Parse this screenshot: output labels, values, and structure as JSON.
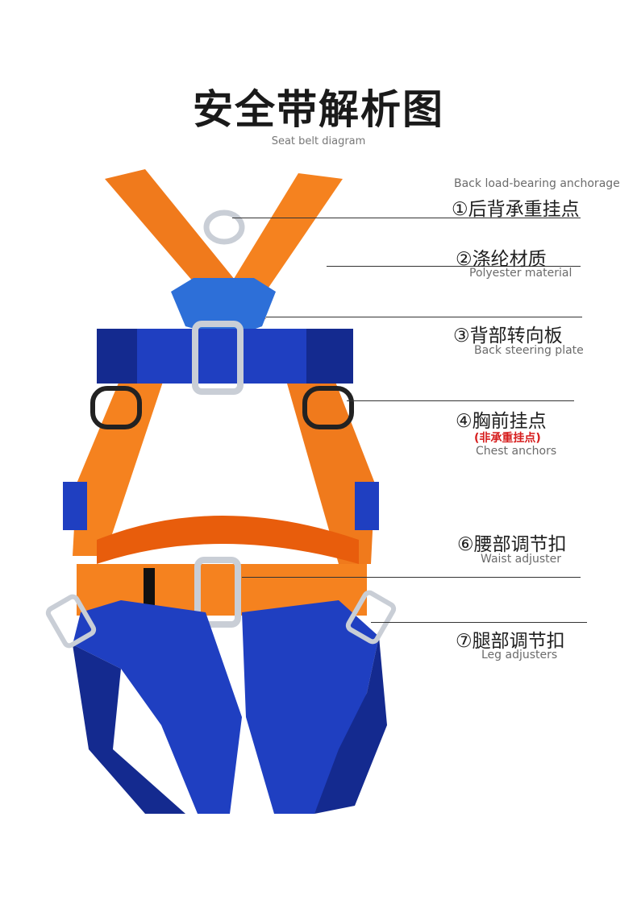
{
  "title": "安全带解析图",
  "subtitle": "Seat belt diagram",
  "colors": {
    "orange": "#f5821f",
    "orange_dark": "#e85d0c",
    "blue": "#1f3fc1",
    "blue_dark": "#142a8f",
    "metal": "#c9ced6"
  },
  "callouts": [
    {
      "id": "back",
      "en": "Back load-bearing anchorage",
      "zh": "①后背承重挂点"
    },
    {
      "id": "polyester",
      "zh": "②涤纶材质",
      "en": "Polyester material"
    },
    {
      "id": "steering",
      "zh": "③背部转向板",
      "en": "Back steering plate"
    },
    {
      "id": "chest",
      "zh": "④胸前挂点",
      "note": "(非承重挂点)",
      "en": "Chest anchors"
    },
    {
      "id": "waist",
      "zh": "⑥腰部调节扣",
      "en": "Waist adjuster"
    },
    {
      "id": "leg",
      "zh": "⑦腿部调节扣",
      "en": "Leg adjusters"
    }
  ]
}
